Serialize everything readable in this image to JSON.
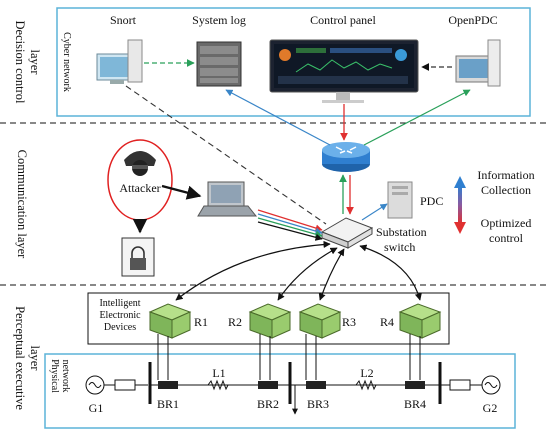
{
  "layers": {
    "decision": [
      "Decision control",
      "layer"
    ],
    "communication": "Communication layer",
    "perceptual": [
      "Perceptual executive",
      "layer"
    ]
  },
  "cyber_network": "Cyber network",
  "physical_network": [
    "Physical",
    "network"
  ],
  "top_labels": {
    "snort": "Snort",
    "system_log": "System log",
    "control_panel": "Control panel",
    "openpdc": "OpenPDC"
  },
  "attacker": "Attacker",
  "pdc": "PDC",
  "substation_switch": [
    "Substation",
    "switch"
  ],
  "legend": {
    "info": [
      "Information",
      "Collection"
    ],
    "opt": [
      "Optimized",
      "control"
    ]
  },
  "ied": [
    "Intelligent",
    "Electronic",
    "Devices"
  ],
  "relays": [
    "R1",
    "R2",
    "R3",
    "R4"
  ],
  "breakers": [
    "BR1",
    "BR2",
    "BR3",
    "BR4"
  ],
  "lines": [
    "L1",
    "L2"
  ],
  "generators": [
    "G1",
    "G2"
  ],
  "colors": {
    "cyber_border": "#5bb3d9",
    "info_arrow": "#3a86c8",
    "opt_arrow": "#e03030",
    "green_link": "#2aa05a",
    "router": "#2f7fd0"
  }
}
